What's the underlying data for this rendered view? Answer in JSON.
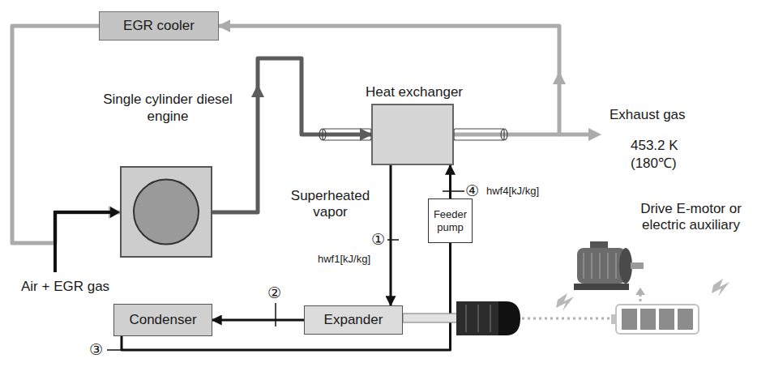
{
  "diagram": {
    "nodes": [
      {
        "text": [
          "EGR cooler"
        ]
      },
      {
        "text": [
          "Single cylinder diesel engine"
        ]
      },
      {
        "text": [
          "Heat exchanger"
        ]
      },
      {
        "text": [
          "Feeder pump"
        ]
      },
      {
        "text": [
          "Expander"
        ]
      },
      {
        "text": [
          "Condenser"
        ]
      }
    ],
    "edges": [
      {
        "from": 1,
        "to": 2,
        "arrow": "to"
      },
      {
        "from": 2,
        "to": 0,
        "arrow": "to"
      },
      {
        "from": 0,
        "to": 1,
        "arrow": "to"
      },
      {
        "from": 2,
        "to": 4,
        "arrow": "to"
      },
      {
        "from": 4,
        "to": 5,
        "arrow": "to"
      },
      {
        "from": 5,
        "to": 3,
        "arrow": "none"
      },
      {
        "from": 3,
        "to": 2,
        "arrow": "to"
      }
    ],
    "labels": [
      "Superheated vapor",
      "①",
      "hwf1[kJ/kg]",
      "②",
      "③",
      "④",
      "hwf4[kJ/kg]",
      "Exhaust gas",
      "453.2 K",
      "(180℃)",
      "Drive E-motor or electric auxiliary",
      "Air + EGR gas"
    ]
  }
}
